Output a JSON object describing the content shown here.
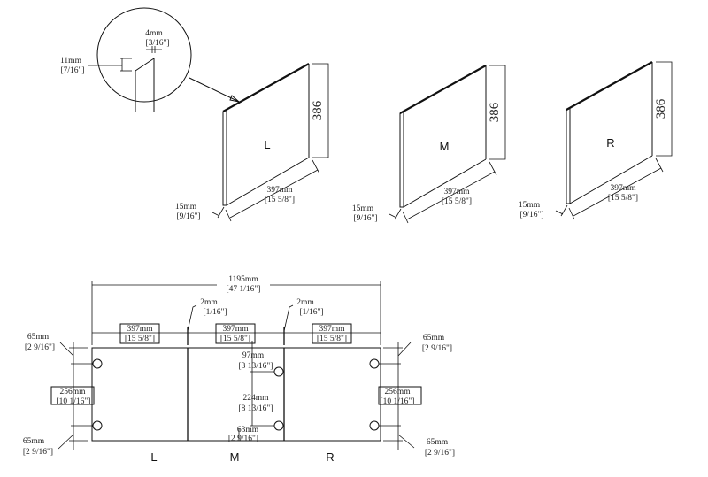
{
  "detail": {
    "gap": "4mm",
    "gap_in": "[3/16\"]",
    "bevel": "11mm",
    "bevel_in": "[7/16\"]"
  },
  "panels": [
    {
      "label": "L",
      "height": "386",
      "width": "397mm",
      "width_in": "[15 5/8\"]",
      "thick": "15mm",
      "thick_in": "[9/16\"]"
    },
    {
      "label": "M",
      "height": "386",
      "width": "397mm",
      "width_in": "[15 5/8\"]",
      "thick": "15mm",
      "thick_in": "[9/16\"]"
    },
    {
      "label": "R",
      "height": "386",
      "width": "397mm",
      "width_in": "[15 5/8\"]",
      "thick": "15mm",
      "thick_in": "[9/16\"]"
    }
  ],
  "plan": {
    "total": "1195mm",
    "total_in": "[47 1/16\"]",
    "seg": "397mm",
    "seg_in": "[15 5/8\"]",
    "gap": "2mm",
    "gap_in": "[1/16\"]",
    "edge": "65mm",
    "edge_in": "[2 9/16\"]",
    "span": "256mm",
    "span_in": "[10 1/16\"]",
    "mid_top": "97mm",
    "mid_top_in": "[3 13/16\"]",
    "mid_span": "224mm",
    "mid_span_in": "[8 13/16\"]",
    "mid_bot": "63mm",
    "mid_bot_in": "[2 9/16\"]",
    "labels": [
      "L",
      "M",
      "R"
    ]
  }
}
